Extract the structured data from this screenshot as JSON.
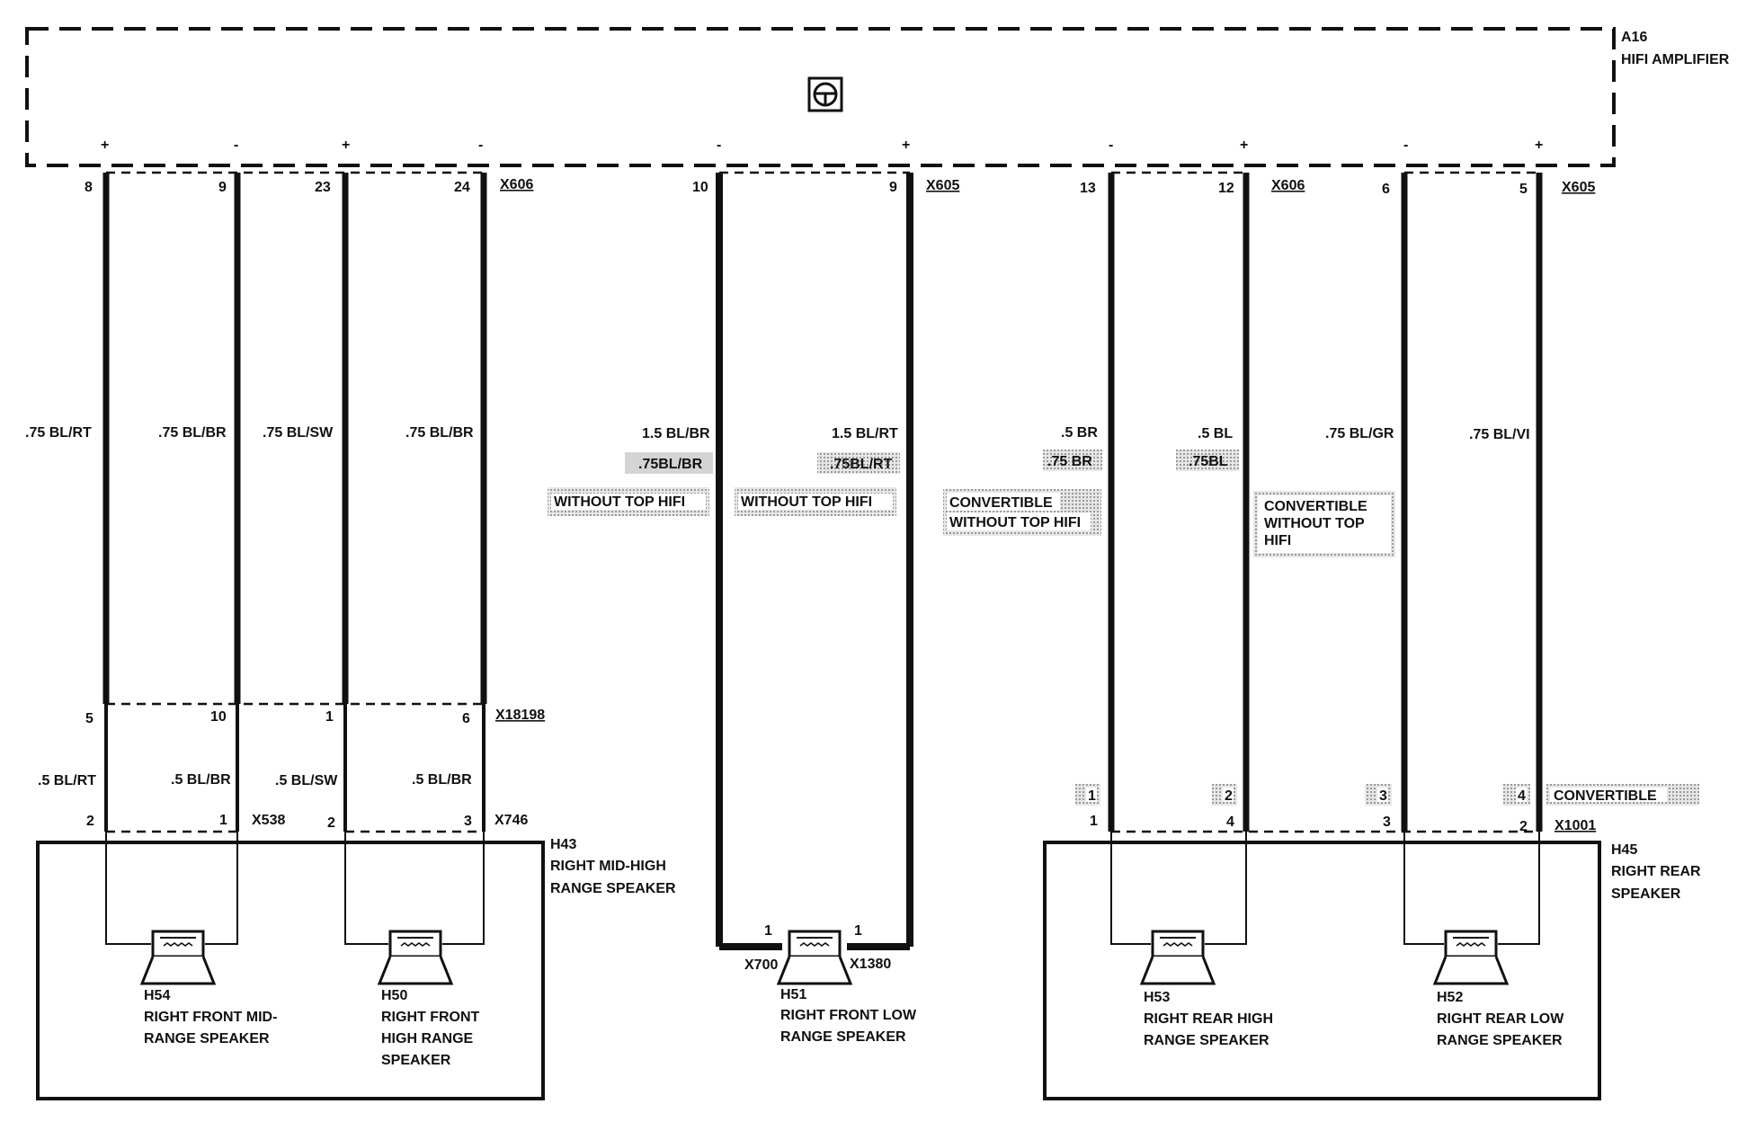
{
  "amplifier": {
    "id": "A16",
    "name": "HIFI AMPLIFIER",
    "icon": "steering-wheel-icon",
    "polarity": [
      "+",
      "-",
      "+",
      "-",
      "-",
      "+",
      "-",
      "+",
      "-",
      "+"
    ]
  },
  "connectors_top": [
    "X606",
    "X605",
    "X606",
    "X605"
  ],
  "top_pins": [
    "8",
    "9",
    "23",
    "24",
    "10",
    "9",
    "13",
    "12",
    "6",
    "5"
  ],
  "wires_upper": [
    ".75 BL/RT",
    ".75 BL/BR",
    ".75 BL/SW",
    ".75 BL/BR",
    "1.5 BL/BR",
    "1.5 BL/RT",
    ".5 BR",
    ".5 BL",
    ".75 BL/GR",
    ".75 BL/VI"
  ],
  "alt_wires": [
    ".75BL/BR",
    ".75BL/RT",
    ".75 BR",
    ".75BL"
  ],
  "conditions": {
    "without_top_hifi_1": "WITHOUT TOP  HIFI",
    "without_top_hifi_2": "WITHOUT TOP  HIFI",
    "conv_left_1": "CONVERTIBLE",
    "conv_left_2": "WITHOUT TOP  HIFI",
    "conv_right_1": "CONVERTIBLE",
    "conv_right_2": "WITHOUT TOP",
    "conv_right_3": "HIFI",
    "convertible": "CONVERTIBLE"
  },
  "x18198": {
    "name": "X18198",
    "pins": [
      "5",
      "10",
      "1",
      "6"
    ]
  },
  "wires_lower": [
    ".5 BL/RT",
    ".5 BL/BR",
    ".5 BL/SW",
    ".5 BL/BR"
  ],
  "front_bottom_pins": [
    "2",
    "1",
    "2",
    "3"
  ],
  "front_connectors": [
    "X538",
    "X746"
  ],
  "h43": {
    "id": "H43",
    "line1": "RIGHT MID-HIGH",
    "line2": "RANGE SPEAKER"
  },
  "h54": {
    "id": "H54",
    "line1": "RIGHT FRONT MID-",
    "line2": "RANGE SPEAKER"
  },
  "h50": {
    "id": "H50",
    "line1": "RIGHT FRONT",
    "line2": "HIGH RANGE",
    "line3": "SPEAKER"
  },
  "h51": {
    "id": "H51",
    "line1": "RIGHT FRONT LOW",
    "line2": "RANGE SPEAKER",
    "pin_left": "1",
    "pin_right": "1",
    "conn_left": "X700",
    "conn_right": "X1380"
  },
  "rear_boxed_pins": [
    "1",
    "2",
    "3",
    "4"
  ],
  "rear_bottom_pins": [
    "1",
    "4",
    "3",
    "2"
  ],
  "x1001": "X1001",
  "h45": {
    "id": "H45",
    "line1": "RIGHT REAR",
    "line2": "SPEAKER"
  },
  "h53": {
    "id": "H53",
    "line1": "RIGHT REAR HIGH",
    "line2": "RANGE SPEAKER"
  },
  "h52": {
    "id": "H52",
    "line1": "RIGHT REAR LOW",
    "line2": "RANGE SPEAKER"
  }
}
